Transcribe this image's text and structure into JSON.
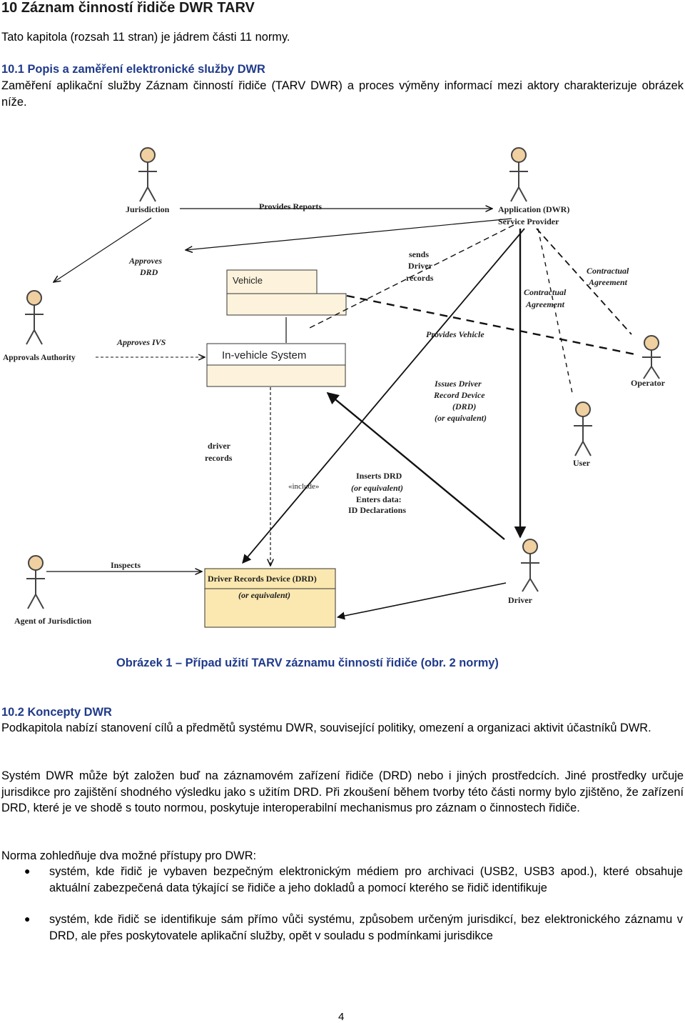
{
  "heading": "10 Záznam činností řidiče DWR TARV",
  "intro": "Tato kapitola (rozsah 11 stran) je jádrem části 11 normy.",
  "section1": {
    "title": "10.1 Popis a zaměření elektronické služby DWR",
    "text": "Zaměření aplikační služby Záznam činností řidiče (TARV DWR) a proces výměny informací mezi aktory charakterizuje obrázek níže."
  },
  "diagram": {
    "actors": {
      "jurisdiction": "Jurisdiction",
      "application_line1": "Application (DWR)",
      "application_line2": "Service Provider",
      "approvals_authority": "Approvals Authority",
      "operator": "Operator",
      "user": "User",
      "driver": "Driver",
      "agent": "Agent of Jurisdiction"
    },
    "boxes": {
      "vehicle": "Vehicle",
      "in_vehicle": "In-vehicle System",
      "drd_line1": "Driver Records Device (DRD)",
      "drd_line2": "(or equivalent)"
    },
    "labels": {
      "provides_reports": "Provides Reports",
      "approves_drd_1": "Approves",
      "approves_drd_2": "DRD",
      "sends_1": "sends",
      "sends_2": "Driver",
      "sends_3": "records",
      "contractual1_1": "Contractual",
      "contractual1_2": "Agreement",
      "contractual2_1": "Contractual",
      "contractual2_2": "Agreement",
      "approves_ivs": "Approves IVS",
      "provides_vehicle": "Provides Vehicle",
      "issues_1": "Issues  Driver",
      "issues_2": "Record  Device",
      "issues_3": "(DRD)",
      "issues_4": "(or equivalent)",
      "driver_records_1": "driver",
      "driver_records_2": "records",
      "include": "«include»",
      "inserts_1": "Inserts DRD",
      "inserts_2": "(or equivalent)",
      "inserts_3": "Enters data:",
      "inserts_4": "ID Declarations",
      "inspects": "Inspects"
    }
  },
  "caption": "Obrázek 1 – Případ užití TARV záznamu činností řidiče (obr. 2 normy)",
  "section2": {
    "title": "10.2 Koncepty DWR",
    "text": "Podkapitola nabízí stanovení cílů a předmětů systému DWR, související politiky, omezení a organizaci aktivit účastníků DWR."
  },
  "para2": "Systém DWR může být založen buď na záznamovém zařízení řidiče (DRD) nebo i jiných prostředcích. Jiné prostředky určuje jurisdikce pro zajištění shodného výsledku jako s užitím DRD. Při zkoušení během tvorby této části normy bylo zjištěno, že zařízení DRD, které je ve shodě s touto normou, poskytuje interoperabilní mechanismus pro záznam o činnostech řidiče.",
  "para3": "Norma zohledňuje dva možné přístupy pro DWR:",
  "bullets": [
    "systém, kde řidič je vybaven bezpečným elektronickým médiem pro archivaci (USB2, USB3 apod.), které obsahuje aktuální zabezpečená data týkající se řidiče a jeho dokladů a pomocí kterého se řidič identifikuje",
    "systém, kde řidič se identifikuje sám přímo vůči systému, způsobem určeným jurisdikcí, bez elektronického záznamu v DRD, ale přes poskytovatele aplikační služby, opět v souladu s podmínkami jurisdikce"
  ],
  "bullet_symbol": "●",
  "page_number": "4"
}
